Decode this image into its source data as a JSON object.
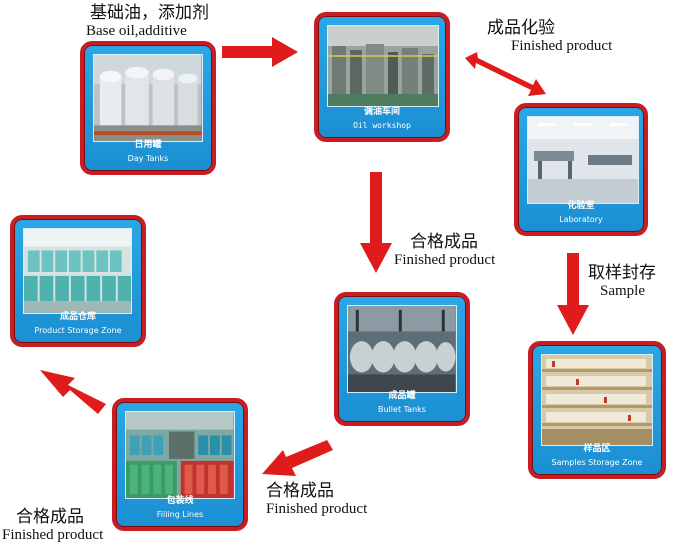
{
  "stations": {
    "day_tanks": {
      "zh": "日用罐",
      "en": "Day Tanks"
    },
    "oil_workshop": {
      "zh": "调油车间",
      "en": "Oil workshop"
    },
    "laboratory": {
      "zh": "化验室",
      "en": "Laboratory"
    },
    "samples_zone": {
      "zh": "样品区",
      "en": "Samples Storage Zone"
    },
    "bullet_tanks": {
      "zh": "成品罐",
      "en": "Bullet Tanks"
    },
    "filling_lines": {
      "zh": "包装线",
      "en": "Filling Lines"
    },
    "product_zone": {
      "zh": "成品仓库",
      "en": "Product Storage Zone"
    }
  },
  "labels": {
    "base_oil": {
      "zh": "基础油，添加剂",
      "en": "Base oil,additive"
    },
    "finished_check": {
      "zh": "成品化验",
      "en": "Finished product"
    },
    "qualified_1": {
      "zh": "合格成品",
      "en": "Finished product"
    },
    "sample": {
      "zh": "取样封存",
      "en": "Sample"
    },
    "qualified_2": {
      "zh": "合格成品",
      "en": "Finished product"
    },
    "qualified_3": {
      "zh": "合格成品",
      "en": "Finished product"
    }
  },
  "colors": {
    "card_blue": "#1b8fd2",
    "card_border": "#c91d22",
    "arrow_red": "#e01b1b"
  }
}
